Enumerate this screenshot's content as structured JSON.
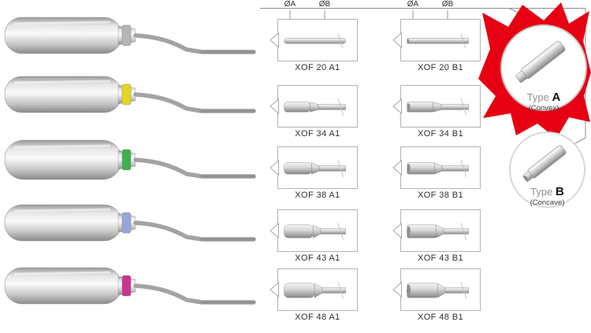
{
  "figure": {
    "instruments": [
      {
        "band_color": "#b5b5b5"
      },
      {
        "band_color": "#e4d71e"
      },
      {
        "band_color": "#3bb24d"
      },
      {
        "band_color": "#9aa4da"
      },
      {
        "band_color": "#ca3390"
      }
    ],
    "dim_labels": {
      "a": "ØA",
      "b": "ØB"
    },
    "column_a": [
      "XOF 20 A1",
      "XOF 34 A1",
      "XOF 38 A1",
      "XOF 43 A1",
      "XOF 48 A1"
    ],
    "column_b": [
      "XOF 20 B1",
      "XOF 34 B1",
      "XOF 38 B1",
      "XOF 43 B1",
      "XOF 48 B1"
    ],
    "type_a": {
      "prefix": "Type",
      "letter": "A",
      "sub": "(Convex)"
    },
    "type_b": {
      "prefix": "Type",
      "letter": "B",
      "sub": "(Concave)"
    },
    "colors": {
      "highlight": "#e60012"
    }
  }
}
